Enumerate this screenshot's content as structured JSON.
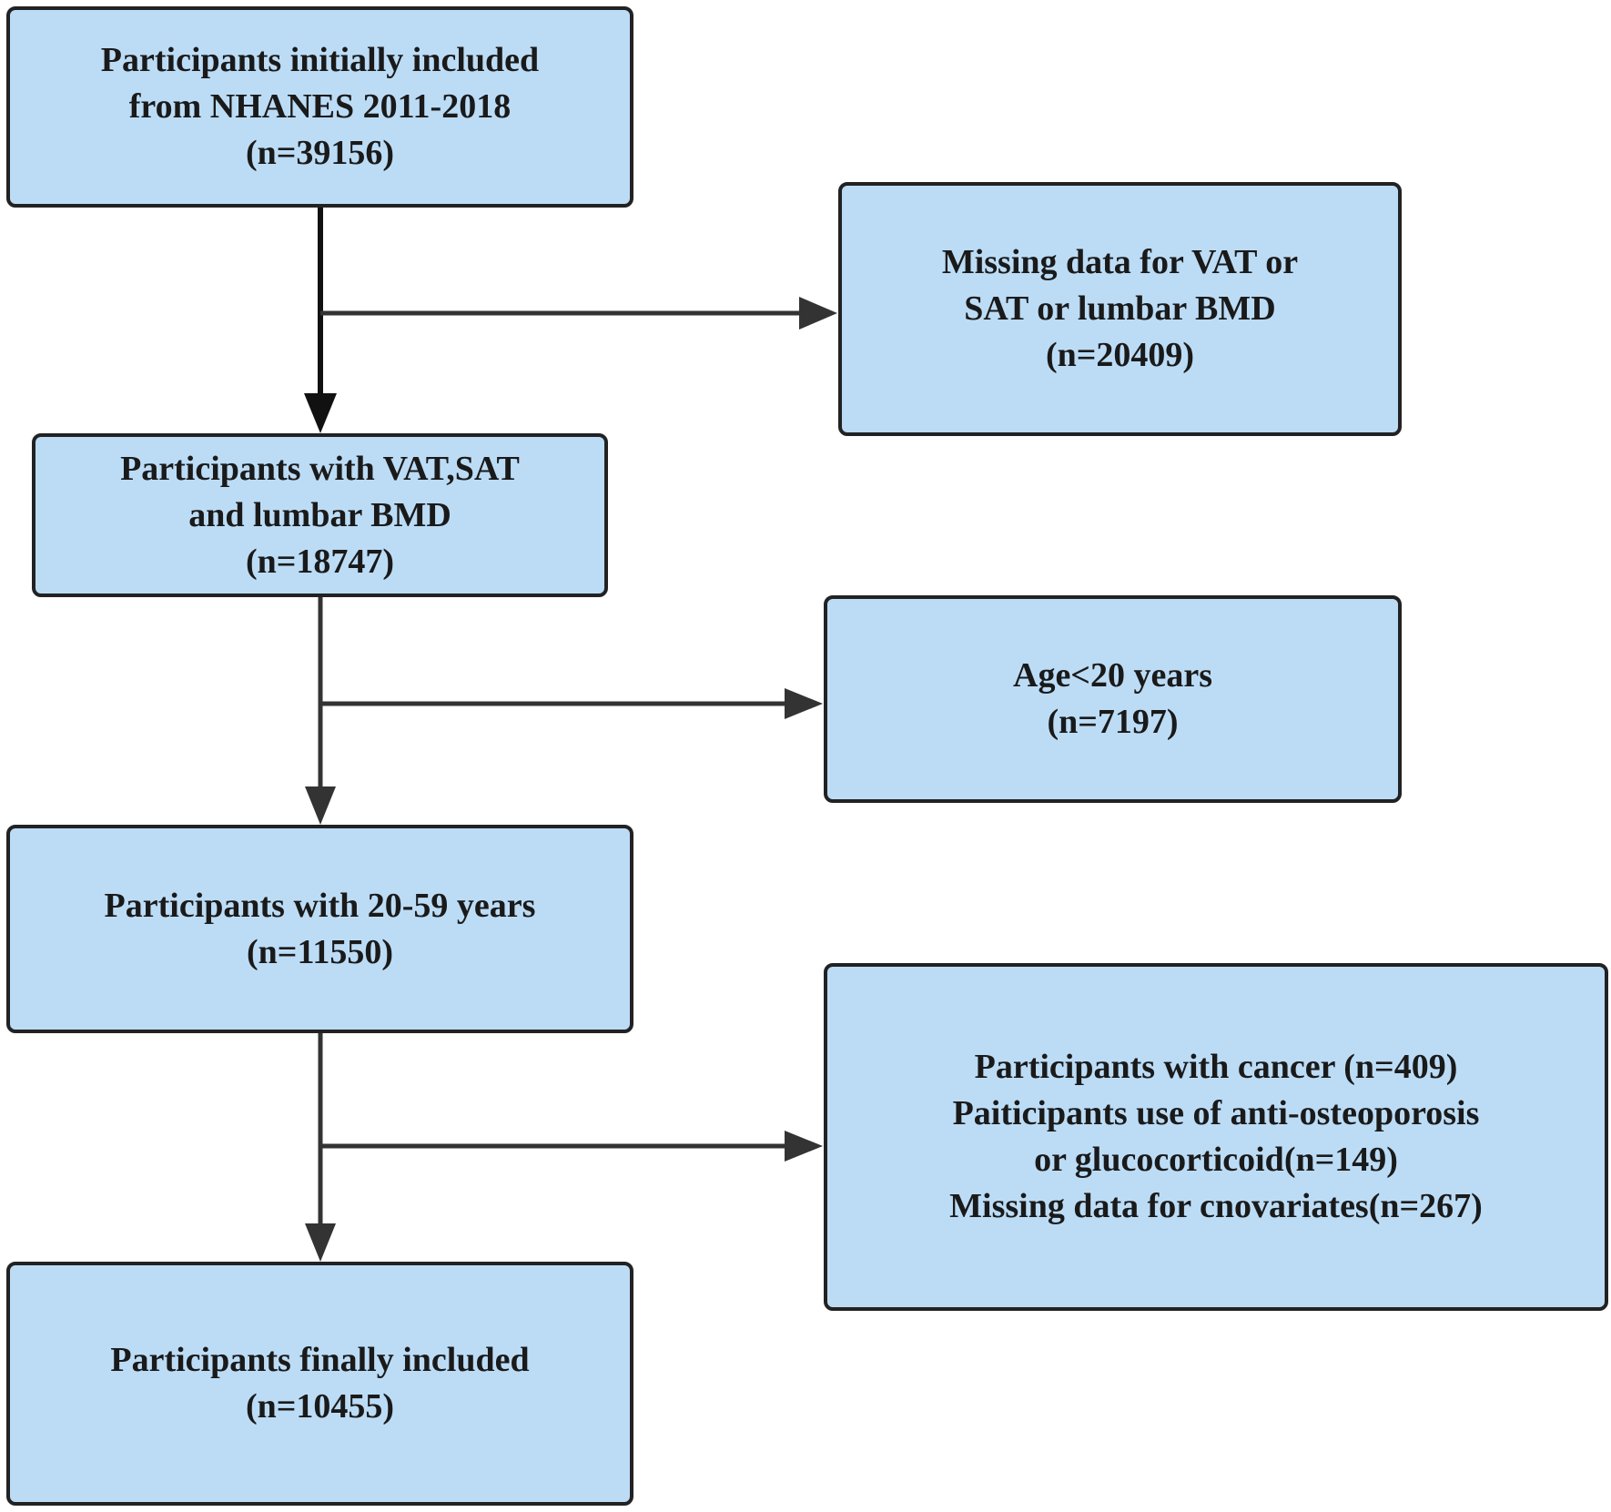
{
  "colors": {
    "box_fill": "#bcdcf6",
    "box_border": "#222222",
    "arrow": "#333333",
    "background": "#ffffff"
  },
  "boxes": {
    "initial": {
      "lines": [
        "Participants initially included",
        "from NHANES 2011-2018",
        "(n=39156)"
      ]
    },
    "with_vat": {
      "lines": [
        "Participants with VAT,SAT",
        "and lumbar BMD",
        "(n=18747)"
      ]
    },
    "age_20_59": {
      "lines": [
        "Participants with 20-59 years",
        "(n=11550)"
      ]
    },
    "final": {
      "lines": [
        "Participants finally included",
        "(n=10455)"
      ]
    },
    "excl_missing": {
      "lines": [
        "Missing data for VAT or",
        "SAT or lumbar BMD",
        "(n=20409)"
      ]
    },
    "excl_age": {
      "lines": [
        "Age<20 years",
        "(n=7197)"
      ]
    },
    "excl_other": {
      "lines": [
        "Participants with cancer (n=409)",
        "Paiticipants use of anti-osteoporosis",
        "or glucocorticoid(n=149)",
        "Missing data for cnovariates(n=267)"
      ]
    }
  }
}
